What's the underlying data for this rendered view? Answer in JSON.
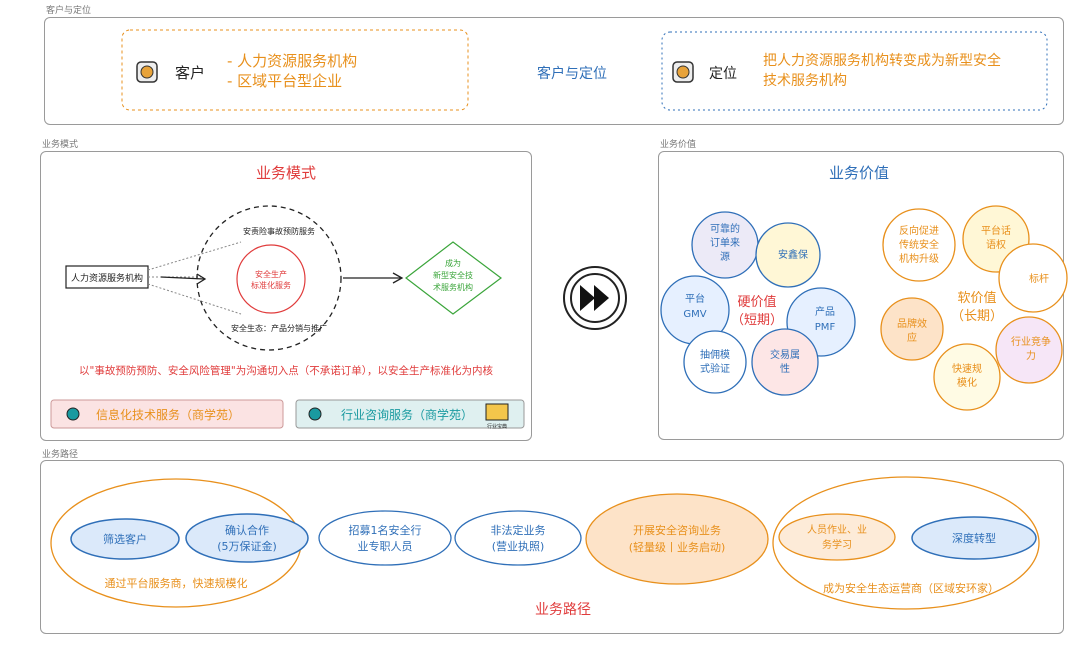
{
  "frames": {
    "customer_label": "客户与定位",
    "model_label": "业务模式",
    "value_label": "业务价值",
    "path_label": "业务路径"
  },
  "customer": {
    "customer_title": "客户",
    "customer_items": [
      "- 人力资源服务机构",
      "- 区域平台型企业"
    ],
    "center_label": "客户与定位",
    "position_title": "定位",
    "position_lines": [
      "把人力资源服务机构转变成为新型安全",
      "技术服务机构"
    ]
  },
  "model": {
    "title": "业务模式",
    "source_node": "人力资源服务机构",
    "outer_top": "安责险事故预防服务",
    "inner_lines": [
      "安全生产",
      "标准化服务"
    ],
    "outer_bottom": "安全生态：产品分销与推广",
    "target_lines": [
      "成为",
      "新型安全技",
      "术服务机构"
    ],
    "core_text": "以\"事故预防预防、安全风险管理\"为沟通切入点（不承诺订单），以安全生产标准化为内核",
    "service_left": "信息化技术服务（商学苑）",
    "service_right": "行业咨询服务（商学苑）",
    "folder_caption": "行业宝典"
  },
  "value": {
    "title": "业务价值",
    "hard_title": [
      "硬价值",
      "（短期）"
    ],
    "soft_title": [
      "软价值",
      "（长期）"
    ],
    "hard_items": [
      [
        "可靠的",
        "订单来",
        "源"
      ],
      [
        "安鑫保"
      ],
      [
        "平台",
        "GMV"
      ],
      [
        "产品",
        "PMF"
      ],
      [
        "抽佣模",
        "式验证"
      ],
      [
        "交易属",
        "性"
      ]
    ],
    "soft_items": [
      [
        "反向促进",
        "传统安全",
        "机构升级"
      ],
      [
        "平台话",
        "语权"
      ],
      [
        "标杆"
      ],
      [
        "品牌效",
        "应"
      ],
      [
        "行业竞争",
        "力"
      ],
      [
        "快速规",
        "模化"
      ]
    ]
  },
  "path": {
    "title": "业务路径",
    "left_caption": "通过平台服务商，快速规模化",
    "right_caption": "成为安全生态运营商（区域安环家）",
    "steps": [
      [
        "筛选客户"
      ],
      [
        "确认合作",
        "(5万保证金)"
      ],
      [
        "招募1名安全行",
        "业专职人员"
      ],
      [
        "非法定业务",
        "(营业执照)"
      ],
      [
        "开展安全咨询业务",
        "(轻量级丨业务启动)"
      ],
      [
        "人员作业、业",
        "务学习"
      ],
      [
        "深度转型"
      ]
    ]
  },
  "colors": {
    "orange": "#e8901c",
    "blue": "#2f6fb8",
    "red": "#e03c3c",
    "green": "#3aa53a",
    "teal": "#1a9aa0",
    "dark": "#222222"
  }
}
